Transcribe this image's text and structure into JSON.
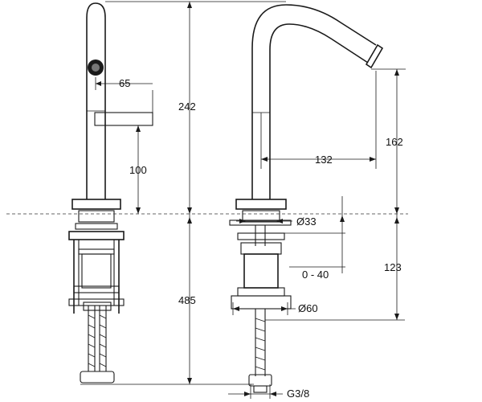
{
  "dimensions": {
    "d65": "65",
    "d242": "242",
    "d100": "100",
    "d132": "132",
    "d162": "162",
    "d33": "Ø33",
    "d0_40": "0 - 40",
    "d123": "123",
    "d485": "485",
    "d60": "Ø60",
    "dg38": "G3/8"
  },
  "colors": {
    "line": "#1a1a1a",
    "background": "#ffffff"
  }
}
